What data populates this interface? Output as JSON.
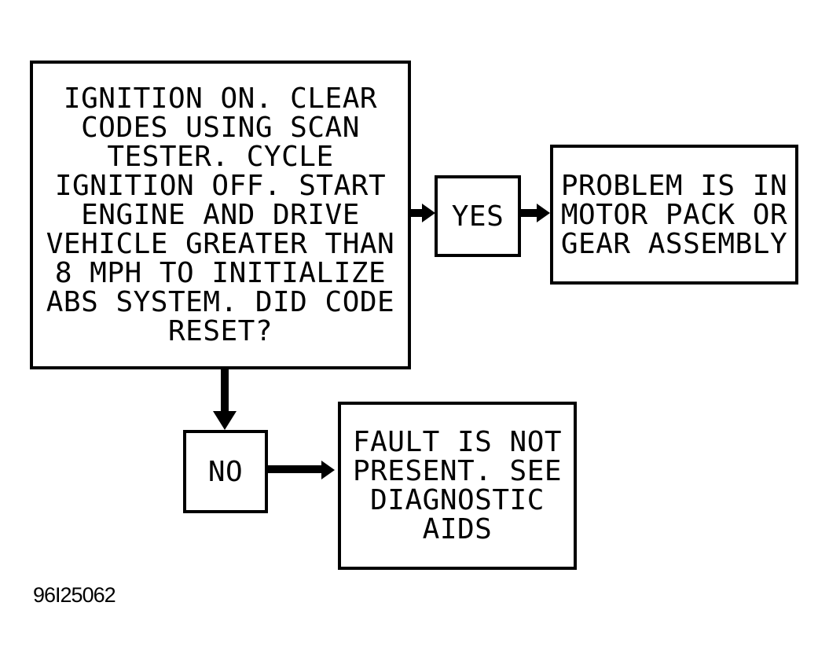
{
  "figure_label": "96I25062",
  "colors": {
    "ink": "#000000",
    "background": "#ffffff"
  },
  "flowchart": {
    "decision_box": {
      "text": "IGNITION ON. CLEAR\nCODES USING SCAN\nTESTER. CYCLE\nIGNITION OFF. START\nENGINE AND DRIVE\nVEHICLE GREATER THAN\n8 MPH TO INITIALIZE\nABS SYSTEM. DID CODE\nRESET?"
    },
    "yes_box": {
      "label": "YES"
    },
    "problem_box": {
      "text": "PROBLEM IS IN\nMOTOR PACK OR\nGEAR ASSEMBLY"
    },
    "no_box": {
      "label": "NO"
    },
    "fault_box": {
      "text": "FAULT IS NOT\nPRESENT. SEE\nDIAGNOSTIC\nAIDS"
    },
    "connections": [
      {
        "from": "decision_box",
        "via": "yes_box",
        "to": "problem_box"
      },
      {
        "from": "decision_box",
        "via": "no_box",
        "to": "fault_box"
      }
    ]
  }
}
